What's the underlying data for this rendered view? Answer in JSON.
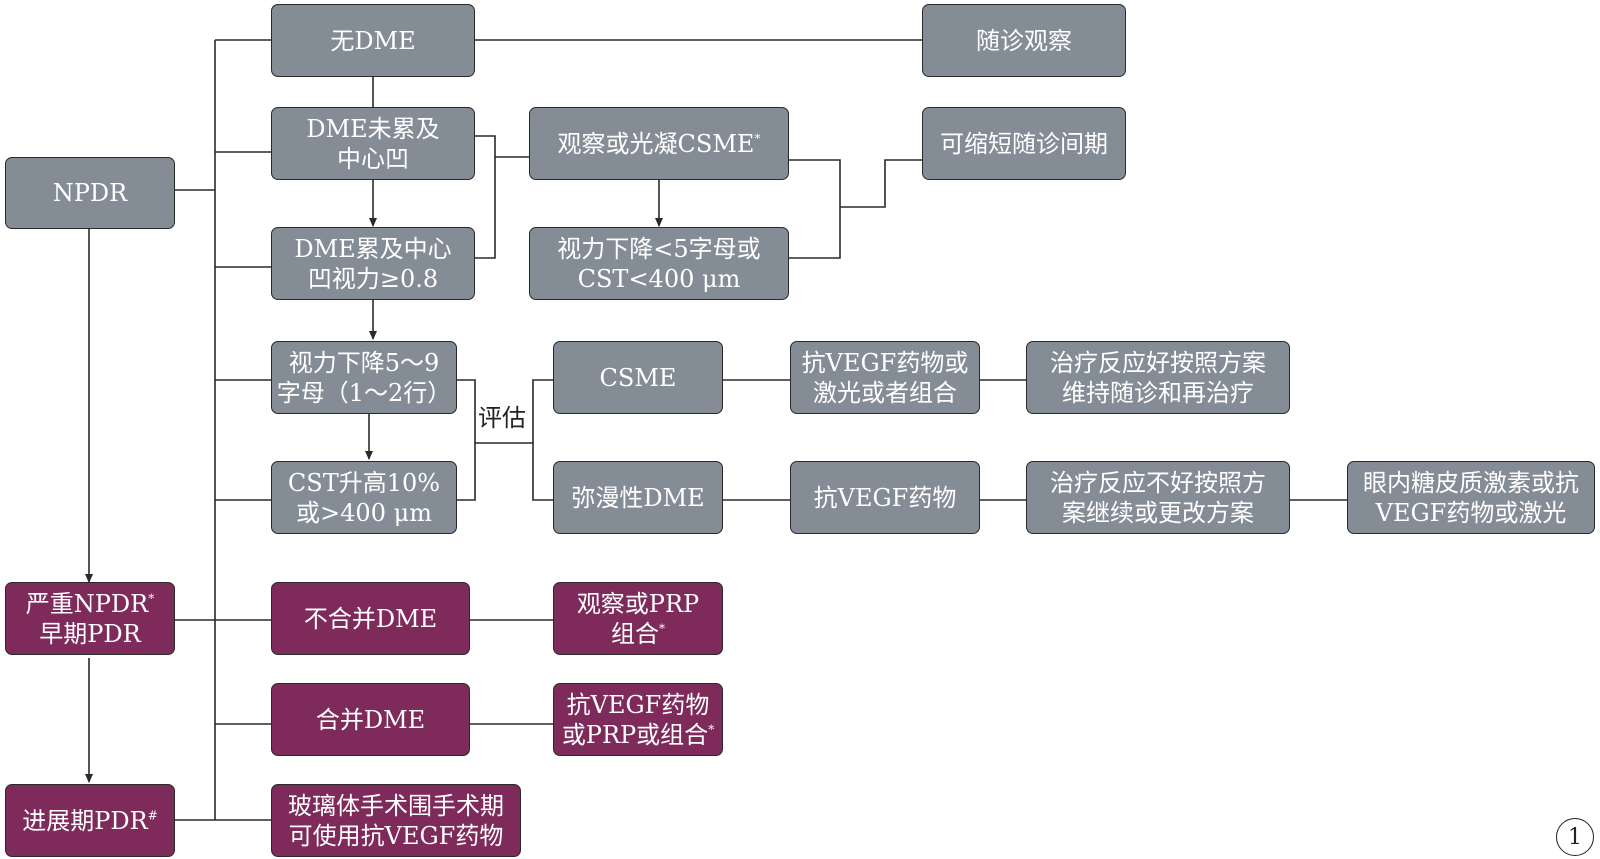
{
  "nodes": {
    "npdr": [
      "NPDR"
    ],
    "no_dme": [
      "无DME"
    ],
    "follow_up": [
      "随诊观察"
    ],
    "dme_not_center": [
      "DME未累及",
      "中心凹"
    ],
    "observe_or_photocoag": [
      "观察或光凝CSME"
    ],
    "shorten_interval": [
      "可缩短随诊间期"
    ],
    "dme_center_good": [
      "DME累及中心",
      "凹视力≥0.8"
    ],
    "va_drop_lt5": [
      "视力下降<5字母或",
      "CST<400 μm"
    ],
    "va_drop_5_9": [
      "视力下降5～9",
      "字母（1～2行）"
    ],
    "cst_rise": [
      "CST升高10%",
      "或>400 μm"
    ],
    "csme": [
      "CSME"
    ],
    "anti_vegf_laser_combo": [
      "抗VEGF药物或",
      "激光或者组合"
    ],
    "good_response": [
      "治疗反应好按照方案",
      "维持随诊和再治疗"
    ],
    "diffuse_dme": [
      "弥漫性DME"
    ],
    "anti_vegf": [
      "抗VEGF药物"
    ],
    "poor_response": [
      "治疗反应不好按照方",
      "案继续或更改方案"
    ],
    "intravitreal_steroid": [
      "眼内糖皮质激素或抗",
      "VEGF药物或激光"
    ],
    "severe_npdr": [
      "严重NPDR",
      "早期PDR"
    ],
    "no_dme_combined": [
      "不合并DME"
    ],
    "observe_prp": [
      "观察或PRP",
      "组合"
    ],
    "with_dme": [
      "合并DME"
    ],
    "anti_vegf_prp": [
      "抗VEGF药物",
      "或PRP或组合"
    ],
    "advanced_pdr": [
      "进展期PDR"
    ],
    "vitrectomy": [
      "玻璃体手术围手术期",
      "可使用抗VEGF药物"
    ]
  },
  "marks": {
    "asterisk": "*",
    "hash": "#"
  },
  "labels": {
    "evaluate": "评估"
  },
  "figure_number": "1",
  "colors": {
    "gray_fill": "#848c96",
    "purple_fill": "#7e2a5a",
    "line": "#2a2a2a"
  }
}
